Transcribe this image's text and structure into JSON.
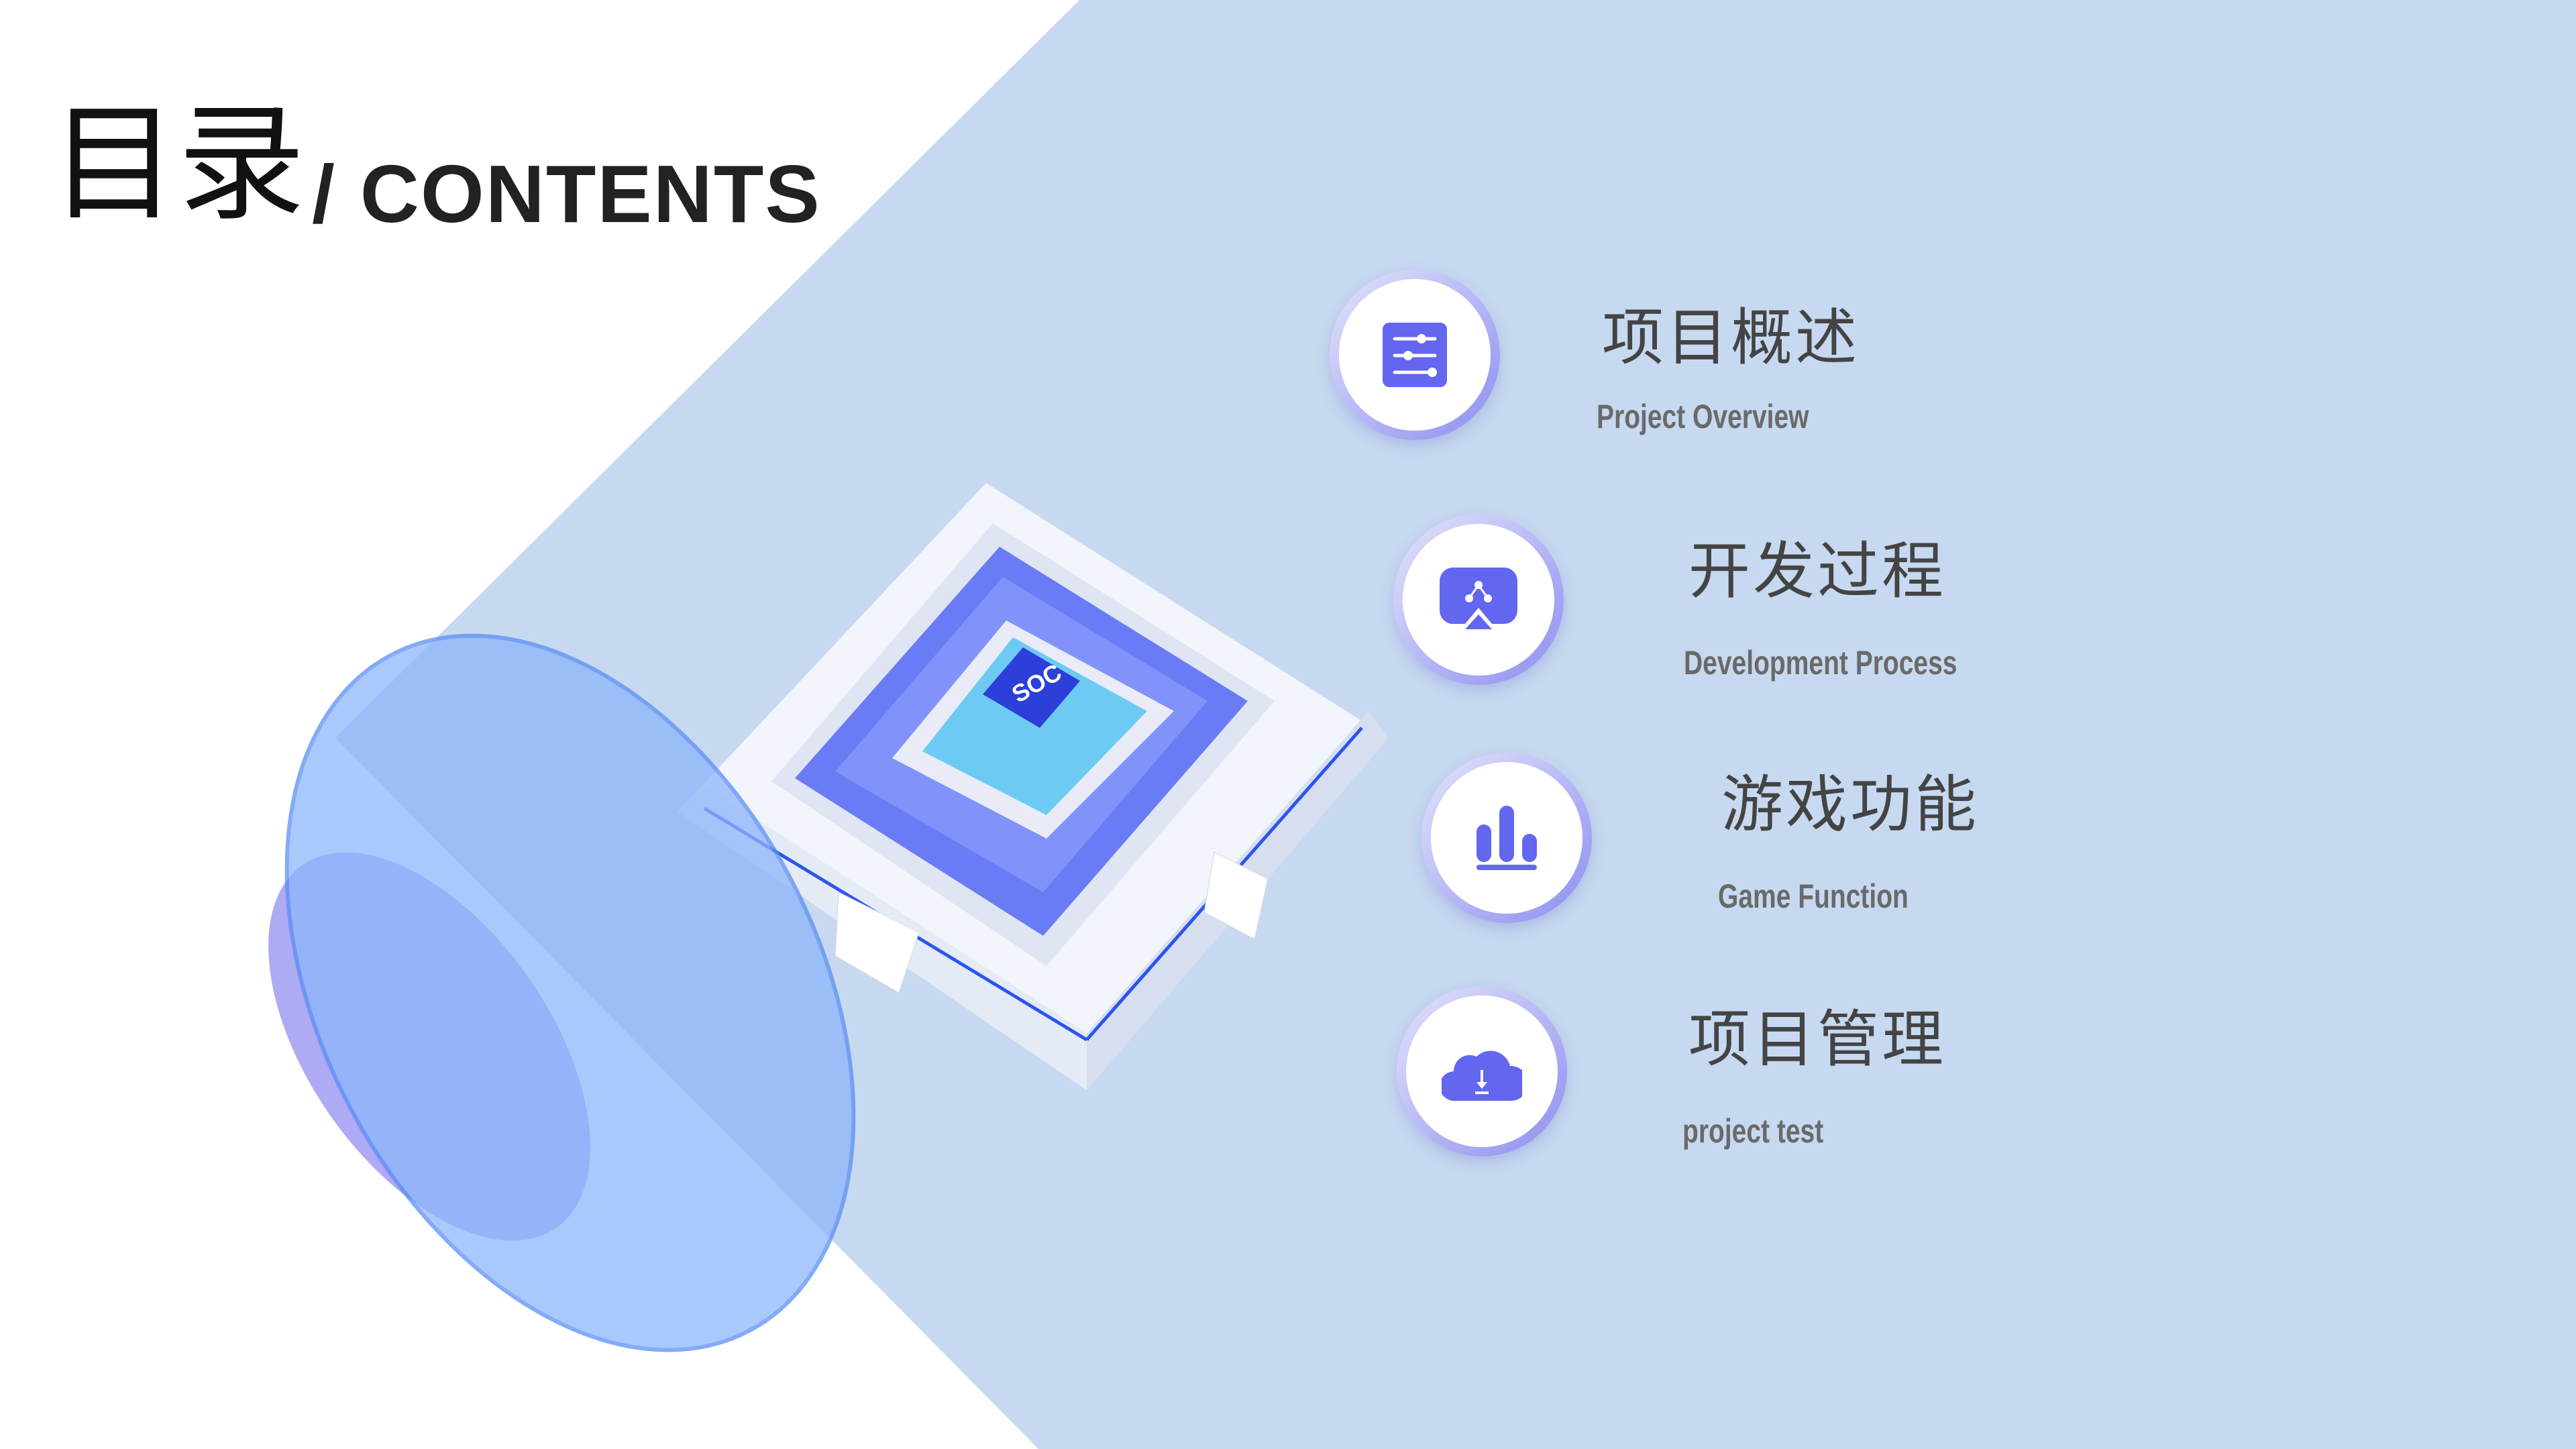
{
  "header": {
    "title_cn": "目录",
    "title_en": "/ CONTENTS"
  },
  "colors": {
    "background_panel": "#c7d9f0",
    "accent": "#6366ee",
    "ring": "#9d9ef2",
    "text": "#444444"
  },
  "illustration": {
    "chip_label": "SOC"
  },
  "items": [
    {
      "title": "项目概述",
      "subtitle": "Project Overview",
      "icon": "sliders-icon"
    },
    {
      "title": "开发过程",
      "subtitle": "Development Process",
      "icon": "presentation-icon"
    },
    {
      "title": "游戏功能",
      "subtitle": "Game Function",
      "icon": "bar-chart-icon"
    },
    {
      "title": "项目管理",
      "subtitle": "project test",
      "icon": "cloud-download-icon"
    }
  ]
}
